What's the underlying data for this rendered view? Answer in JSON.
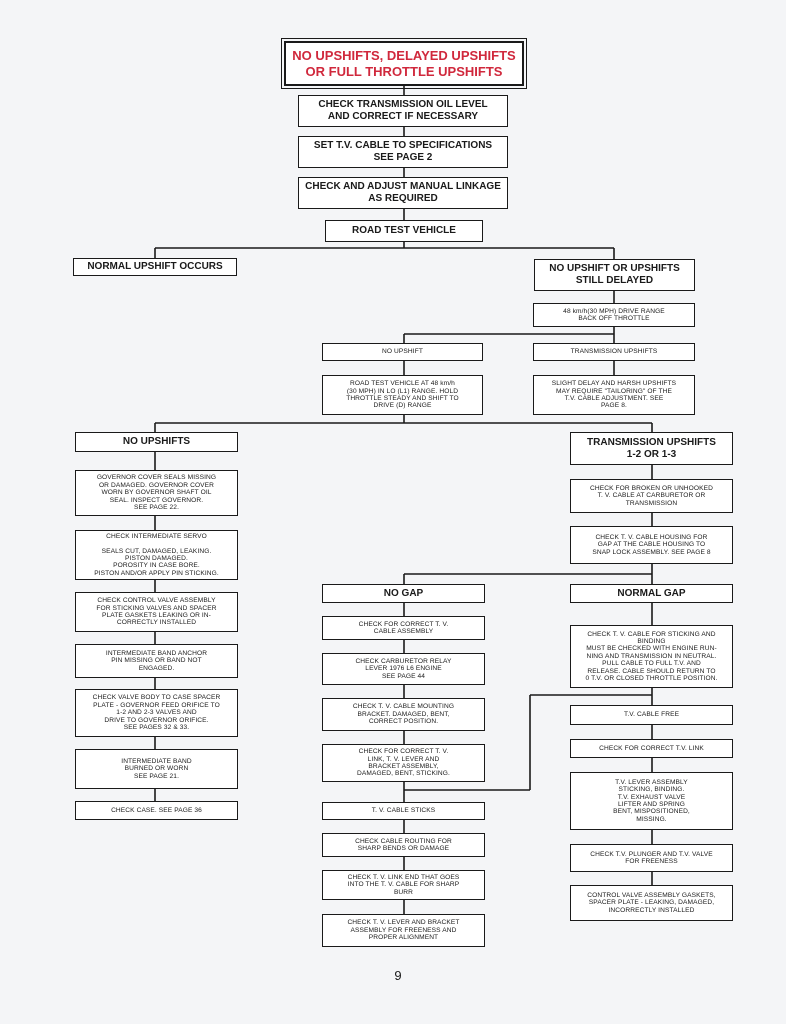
{
  "colors": {
    "title_red": "#d0283c",
    "line": "#1a1a1a"
  },
  "boxes": {
    "title": "NO UPSHIFTS, DELAYED UPSHIFTS\nOR FULL THROTTLE UPSHIFTS",
    "check_oil": "CHECK TRANSMISSION OIL LEVEL\nAND CORRECT IF NECESSARY",
    "set_tv": "SET T.V. CABLE TO SPECIFICATIONS\nSEE PAGE 2",
    "manual_linkage": "CHECK AND ADJUST MANUAL LINKAGE\nAS REQUIRED",
    "road_test": "ROAD TEST VEHICLE",
    "normal_upshift": "NORMAL UPSHIFT OCCURS",
    "no_upshift_delayed": "NO UPSHIFT OR UPSHIFTS\nSTILL DELAYED",
    "drive_range": "48 km/h(30 MPH) DRIVE RANGE\nBACK OFF THROTTLE",
    "no_upshift_small": "NO UPSHIFT",
    "trans_upshifts_small": "TRANSMISSION UPSHIFTS",
    "road_test_lo": "ROAD TEST VEHICLE AT 48 km/h\n(30 MPH) IN LO (L1) RANGE. HOLD\nTHROTTLE STEADY AND SHIFT TO\nDRIVE (D) RANGE",
    "slight_delay": "SLIGHT DELAY AND HARSH UPSHIFTS\nMAY REQUIRE \"TAILORING\" OF THE\nT.V. CABLE ADJUSTMENT. SEE\nPAGE 8.",
    "no_upshifts": "NO UPSHIFTS",
    "trans_upshifts_12_13": "TRANSMISSION UPSHIFTS\n1-2  OR  1-3",
    "governor": "GOVERNOR COVER SEALS MISSING\nOR DAMAGED. GOVERNOR COVER\nWORN BY GOVERNOR SHAFT OIL\nSEAL. INSPECT GOVERNOR.\nSEE PAGE 22.",
    "servo": "CHECK INTERMEDIATE SERVO\n\nSEALS CUT, DAMAGED, LEAKING.\nPISTON DAMAGED.\nPOROSITY IN CASE BORE.\nPISTON AND/OR APPLY PIN STICKING.",
    "control_valve": "CHECK CONTROL VALVE ASSEMBLY\nFOR STICKING VALVES AND SPACER\nPLATE GASKETS LEAKING OR IN-\nCORRECTLY INSTALLED",
    "band_anchor": "INTERMEDIATE BAND ANCHOR\nPIN MISSING OR BAND NOT\nENGAGED.",
    "valve_body": "CHECK VALVE BODY TO CASE SPACER\nPLATE - GOVERNOR FEED ORIFICE TO\n1-2 AND 2-3 VALVES AND\nDRIVE TO GOVERNOR ORIFICE.\nSEE PAGES 32 & 33.",
    "band_burned": "INTERMEDIATE BAND\nBURNED OR WORN\nSEE PAGE 21.",
    "check_case": "CHECK CASE. SEE PAGE 36",
    "broken_cable": "CHECK FOR BROKEN OR UNHOOKED\nT. V. CABLE AT CARBURETOR OR\nTRANSMISSION",
    "cable_housing": "CHECK T. V. CABLE HOUSING FOR\nGAP AT THE CABLE HOUSING TO\nSNAP LOCK ASSEMBLY. SEE PAGE 8",
    "no_gap": "NO GAP",
    "normal_gap": "NORMAL GAP",
    "correct_cable_assy": "CHECK FOR CORRECT T. V.\nCABLE ASSEMBLY",
    "carb_relay": "CHECK CARBURETOR RELAY\nLEVER 1976 L6 ENGINE\nSEE PAGE 44",
    "mounting_bracket": "CHECK T. V. CABLE MOUNTING\nBRACKET. DAMAGED, BENT,\nCORRECT POSITION.",
    "correct_link": "CHECK FOR CORRECT T. V.\nLINK, T. V. LEVER AND\nBRACKET ASSEMBLY,\nDAMAGED, BENT, STICKING.",
    "cable_sticks": "T. V. CABLE STICKS",
    "cable_routing": "CHECK CABLE ROUTING FOR\nSHARP BENDS OR DAMAGE",
    "link_end": "CHECK T. V. LINK END THAT GOES\nINTO THE T. V. CABLE FOR SHARP\nBURR",
    "lever_bracket": "CHECK T. V. LEVER AND BRACKET\nASSEMBLY FOR FREENESS AND\nPROPER ALIGNMENT",
    "cable_binding": "CHECK T. V. CABLE FOR STICKING AND\nBINDING\nMUST BE CHECKED WITH ENGINE RUN-\nNING AND TRANSMISSION IN NEUTRAL.\nPULL CABLE TO FULL T.V. AND\nRELEASE. CABLE SHOULD RETURN TO\n0 T.V. OR CLOSED THROTTLE POSITION.",
    "cable_free": "T.V. CABLE FREE",
    "correct_tv_link": "CHECK FOR CORRECT T.V. LINK",
    "lever_assembly": "T.V. LEVER ASSEMBLY\nSTICKING, BINDING.\nT.V. EXHAUST VALVE\nLIFTER AND SPRING\nBENT, MISPOSITIONED,\nMISSING.",
    "plunger": "CHECK T.V. PLUNGER AND T.V. VALVE\nFOR FREENESS",
    "gaskets": "CONTROL VALVE ASSEMBLY GASKETS,\nSPACER PLATE - LEAKING, DAMAGED,\nINCORRECTLY INSTALLED"
  },
  "page_number": "9"
}
